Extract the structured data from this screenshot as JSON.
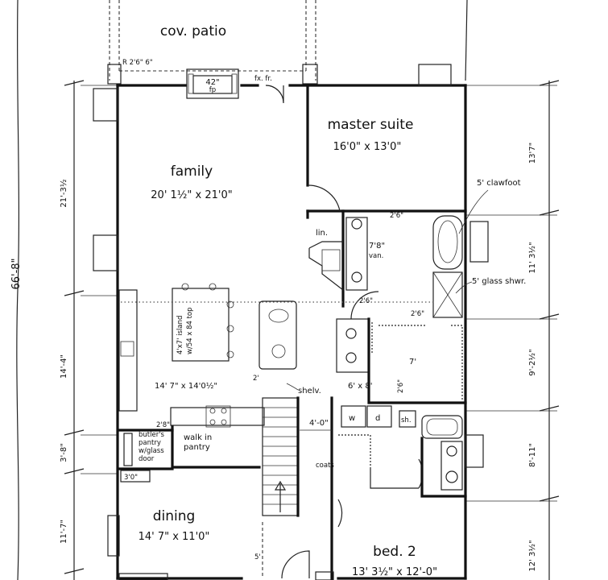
{
  "rooms": {
    "patio": {
      "label": "cov. patio"
    },
    "family": {
      "label": "family",
      "size": "20' 1½\" x 21'0\""
    },
    "master": {
      "label": "master suite",
      "size": "16'0\" x 13'0\""
    },
    "kitchen": {
      "size": "14' 7\" x 14'0½\""
    },
    "dining": {
      "label": "dining",
      "size": "14' 7\" x 11'0\""
    },
    "bed2": {
      "label": "bed. 2",
      "size": "13' 3½\" x 12'-0\""
    }
  },
  "labels": {
    "fireplace": "42\"",
    "fireplace_sub": "fp",
    "fireplace_front": "fx. fr.",
    "patio_dim": "R 2'6\" 6\"",
    "clawfoot": "5' clawfoot",
    "glass_shower": "5' glass shwr.",
    "linen": "lin.",
    "vanity": "7'8\"",
    "vanity_sub": "van.",
    "island_1": "4'x7' island",
    "island_2": "w/54 x 84 top",
    "shelving": "shelv.",
    "closet": "6' x 8'",
    "closet_dim_1": "2'6\"",
    "closet_dim_2": "2'6\"",
    "closet_dim_3": "2'6\"",
    "closet_dim_4": "7'",
    "hall_dim": "4'-0\"",
    "washer": "w",
    "dryer": "d",
    "shelf": "sh.",
    "walkin": "walk in",
    "pantry": "pantry",
    "butler_1": "butler's",
    "butler_2": "pantry",
    "butler_3": "w/glass",
    "butler_4": "door",
    "butler_dim": "2'8\"",
    "three_ft": "3'0\"",
    "coats": "coats",
    "five_ft": "5'",
    "two_six": "2'6\"",
    "stair_2": "2'"
  },
  "dimensions": {
    "overall": "66'-8\"",
    "left_1": "21'-3½",
    "left_2": "14'-4\"",
    "left_3": "3'-8\"",
    "left_4": "11'-7\"",
    "right_1": "13'7\"",
    "right_2": "11' 3½\"",
    "right_3": "9'-2½\"",
    "right_4": "8'-11\"",
    "right_5": "12' 3½\""
  }
}
